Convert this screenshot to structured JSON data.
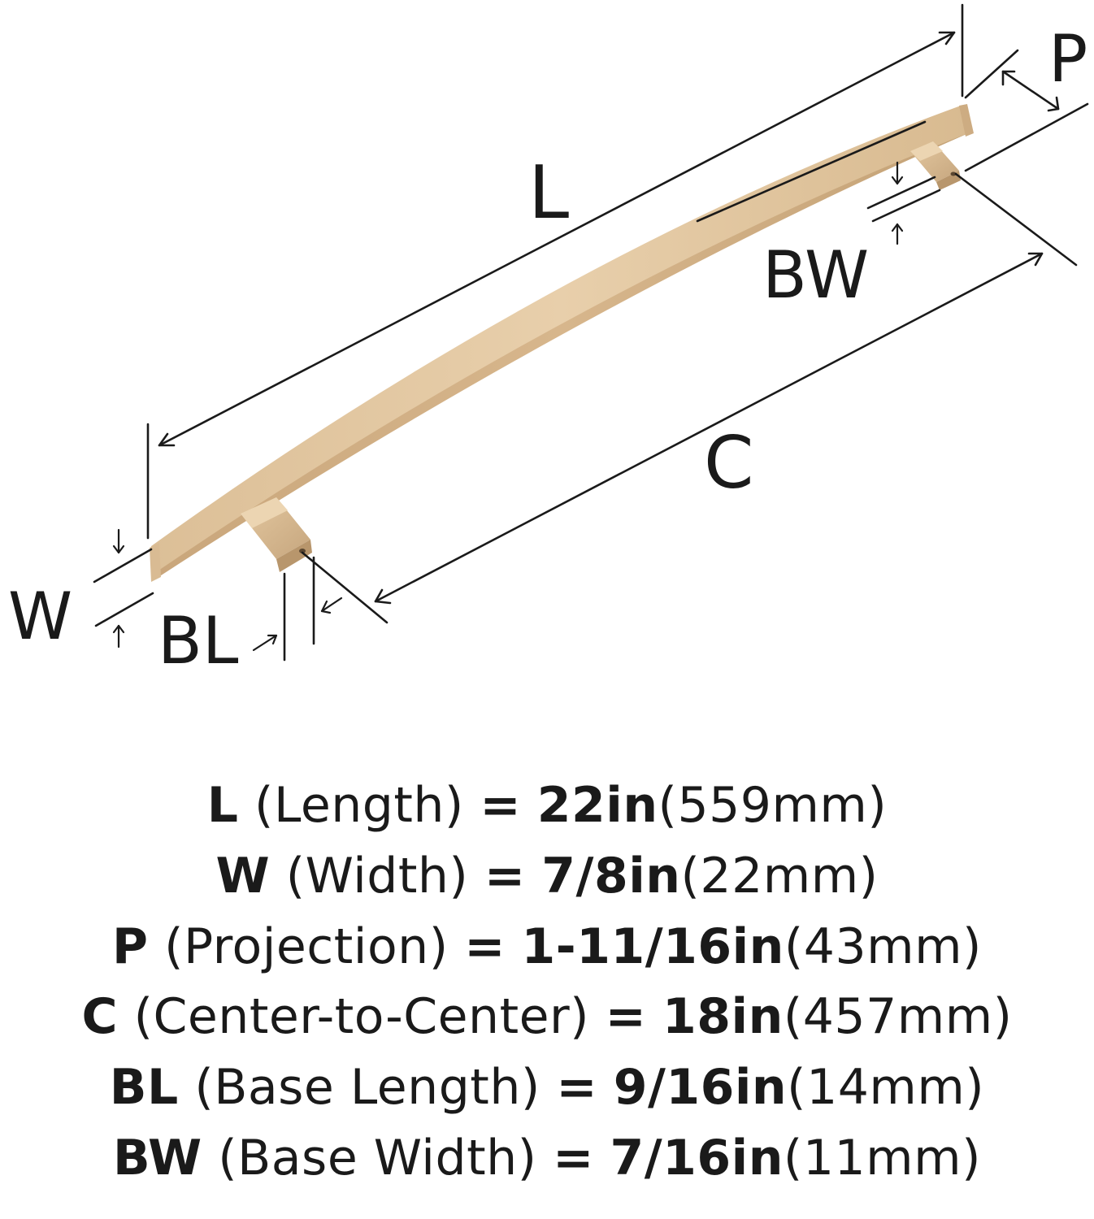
{
  "diagram": {
    "labels": {
      "L": "L",
      "P": "P",
      "BW": "BW",
      "C": "C",
      "W": "W",
      "BL": "BL"
    },
    "colors": {
      "finish_light": "#e5c9a2",
      "finish_mid": "#d2b187",
      "finish_dark": "#a68763",
      "line": "#1a1a1a"
    }
  },
  "specs": [
    {
      "symbol": "L",
      "name": "(Length)",
      "eq": "=",
      "inch": "22in",
      "mm": "(559mm)"
    },
    {
      "symbol": "W",
      "name": "(Width)",
      "eq": "=",
      "inch": "7/8in",
      "mm": "(22mm)"
    },
    {
      "symbol": "P",
      "name": "(Projection)",
      "eq": "=",
      "inch": "1-11/16in",
      "mm": "(43mm)"
    },
    {
      "symbol": "C",
      "name": "(Center-to-Center)",
      "eq": "=",
      "inch": "18in",
      "mm": "(457mm)"
    },
    {
      "symbol": "BL",
      "name": "(Base Length)",
      "eq": "=",
      "inch": "9/16in",
      "mm": "(14mm)"
    },
    {
      "symbol": "BW",
      "name": "(Base Width)",
      "eq": "=",
      "inch": "7/16in",
      "mm": "(11mm)"
    }
  ]
}
